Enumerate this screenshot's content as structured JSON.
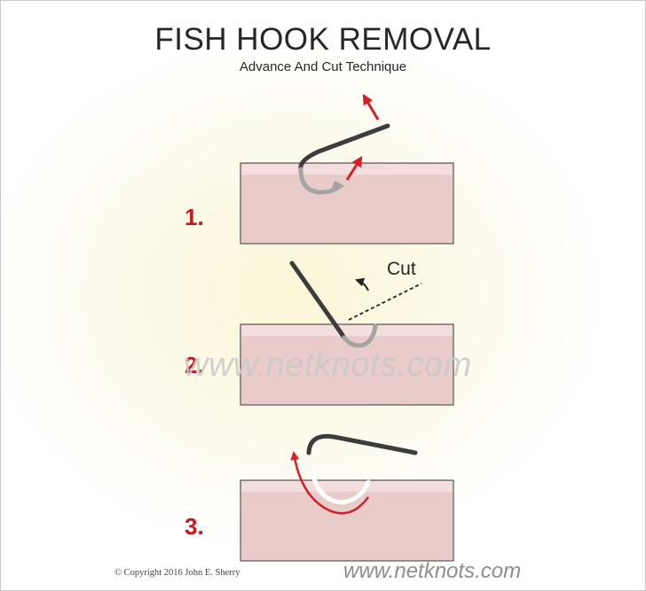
{
  "title": "FISH HOOK REMOVAL",
  "subtitle": "Advance And Cut Technique",
  "steps": [
    {
      "number": "1."
    },
    {
      "number": "2.",
      "annotation": "Cut"
    },
    {
      "number": "3."
    }
  ],
  "watermark": "www.netknots.com",
  "copyright": "© Copyright  2016  John E. Sherry",
  "footer_url": "www.netknots.com",
  "colors": {
    "skin": "#e9cbca",
    "skin_top": "#f4dedd",
    "hook_dark": "#3c3c3c",
    "hook_embedded": "#a4a4a4",
    "arrow_red": "#d71f26",
    "step_red": "#c8171e"
  }
}
